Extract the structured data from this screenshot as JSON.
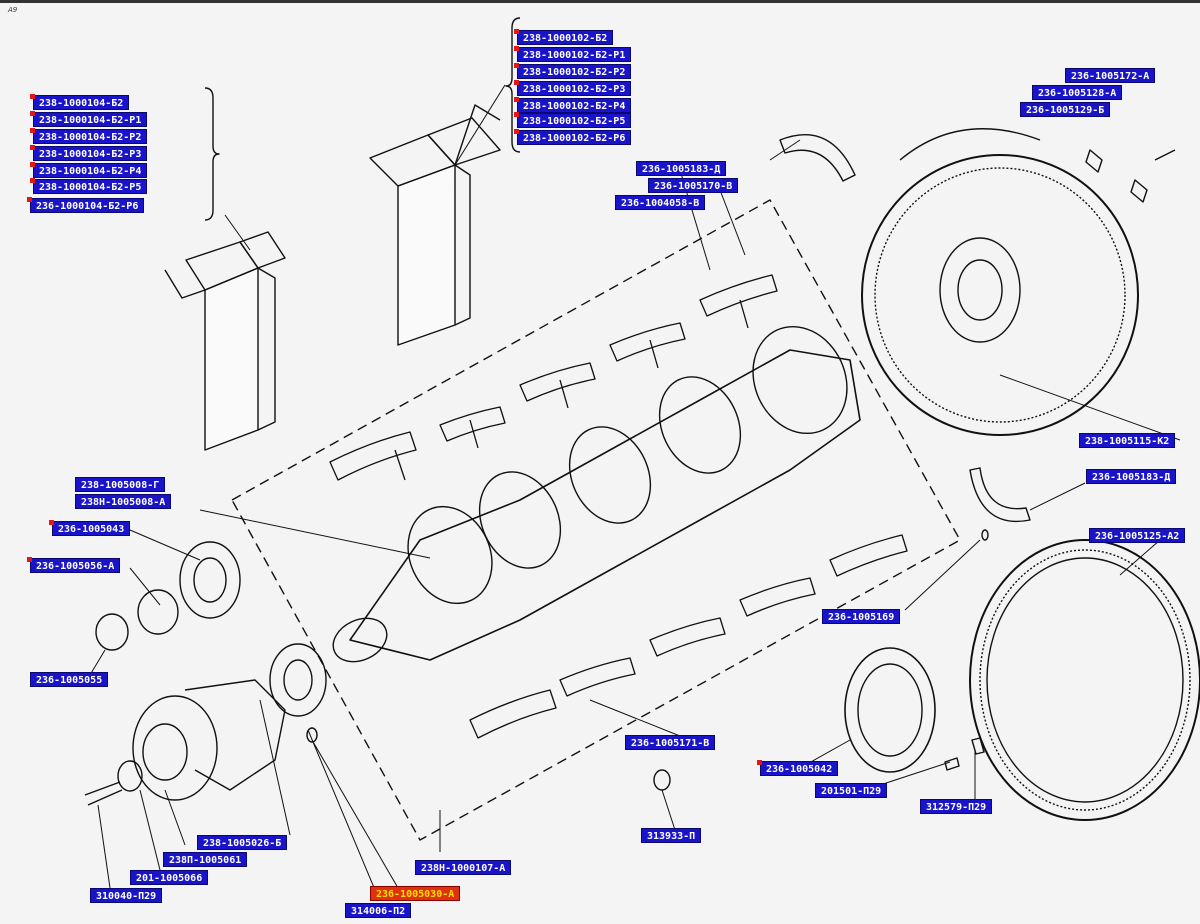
{
  "corner_text": "A9",
  "colors": {
    "label_bg": "#1a14c8",
    "label_text": "#ffffff",
    "selected_bg": "#e03010",
    "selected_text": "#ffe000",
    "marker": "#e01818"
  },
  "callouts": [
    "238-1000102-Б2",
    "238-1000102-Б2-Р1",
    "238-1000102-Б2-Р2",
    "238-1000102-Б2-Р3",
    "238-1000102-Б2-Р4",
    "238-1000102-Б2-Р5",
    "238-1000102-Б2-Р6",
    "238-1000104-Б2",
    "238-1000104-Б2-Р1",
    "238-1000104-Б2-Р2",
    "238-1000104-Б2-Р3",
    "238-1000104-Б2-Р4",
    "238-1000104-Б2-Р5",
    "236-1000104-Б2-Р6",
    "236-1005172-А",
    "236-1005128-А",
    "236-1005129-Б",
    "236-1005183-Д",
    "236-1005170-В",
    "236-1004058-В",
    "238-1005115-К2",
    "236-1005183-Д",
    "238-1005008-Г",
    "238Н-1005008-А",
    "236-1005043",
    "236-1005056-А",
    "236-1005125-А2",
    "236-1005169",
    "236-1005055",
    "236-1005171-В",
    "236-1005042",
    "201501-П29",
    "312579-П29",
    "313933-П",
    "238-1005026-Б",
    "238П-1005061",
    "201-1005066",
    "310040-П29",
    "238Н-1000107-А",
    "236-1005030-А",
    "314006-П2"
  ]
}
